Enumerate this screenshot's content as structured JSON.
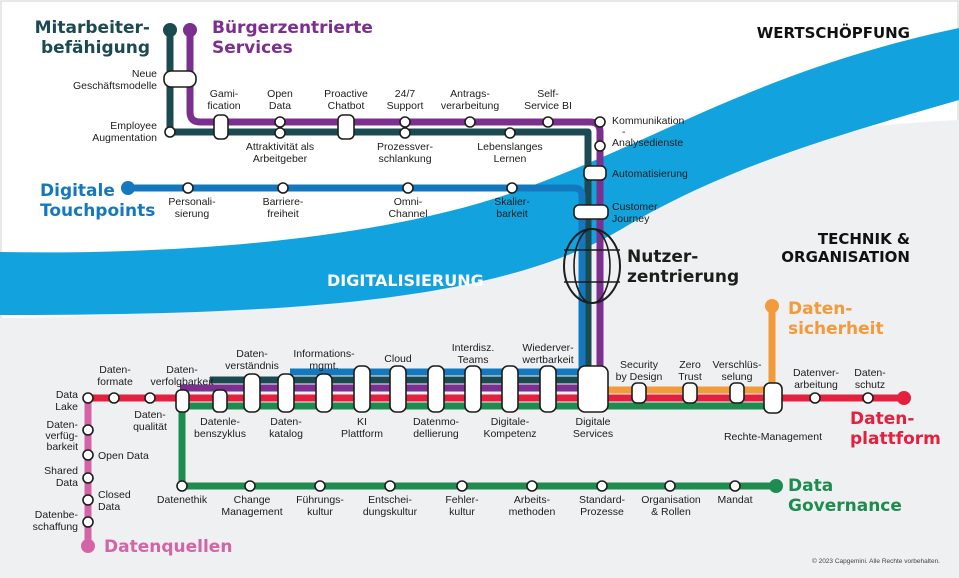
{
  "colors": {
    "mitarbeiter": "#1b4a51",
    "buerger": "#7b2f8e",
    "touchpoints": "#1478be",
    "datenquellen": "#d464a6",
    "datenplattform": "#e3203d",
    "sicherheit": "#f39a3b",
    "governance": "#1e8c4e",
    "river": "#12a3df",
    "lower_bg": "#eef0f2"
  },
  "regions": {
    "wertschoepfung": "WERTSCHÖPFUNG",
    "technik_line1": "TECHNIK &",
    "technik_line2": "ORGANISATION",
    "digitalisierung": "DIGITALISIERUNG"
  },
  "lines": {
    "mitarbeiter": [
      "Mitarbeiter-",
      "befähigung"
    ],
    "buerger": [
      "Bürgerzentrierte",
      "Services"
    ],
    "touchpoints": [
      "Digitale",
      "Touchpoints"
    ],
    "nutzer": [
      "Nutzer-",
      "zentrierung"
    ],
    "sicherheit": [
      "Daten-",
      "sicherheit"
    ],
    "plattform": [
      "Daten-",
      "plattform"
    ],
    "governance": [
      "Data",
      "Governance"
    ],
    "datenquellen": "Datenquellen"
  },
  "stations": {
    "neue_geschaeftsmodelle": [
      "Neue",
      "Geschäftsmodelle"
    ],
    "employee_augmentation": [
      "Employee",
      "Augmentation"
    ],
    "gamification": [
      "Gami-",
      "fication"
    ],
    "open_data_top": [
      "Open",
      "Data"
    ],
    "proactive_chatbot": [
      "Proactive",
      "Chatbot"
    ],
    "support": [
      "24/7",
      "Support"
    ],
    "antrags": [
      "Antrags-",
      "verarbeitung"
    ],
    "self_service": [
      "Self-",
      "Service BI"
    ],
    "attraktivitaet": [
      "Attraktivität als",
      "Arbeitgeber"
    ],
    "prozessver": [
      "Prozessver-",
      "schlankung"
    ],
    "lebenslanges": [
      "Lebenslanges",
      "Lernen"
    ],
    "kommunikation": [
      "Kommunikation",
      "-",
      "Analysedienste"
    ],
    "automatisierung": "Automatisierung",
    "customer_journey": [
      "Customer",
      "Journey"
    ],
    "personalisierung": [
      "Personali-",
      "sierung"
    ],
    "barrierefreiheit": [
      "Barriere-",
      "freiheit"
    ],
    "omni_channel": [
      "Omni-",
      "Channel"
    ],
    "skalierbarkeit": [
      "Skalier-",
      "barkeit"
    ],
    "datenformate": [
      "Daten-",
      "formate"
    ],
    "datenverfolgbarkeit": [
      "Daten-",
      "verfolgbarkeit"
    ],
    "datenverstaendnis": [
      "Daten-",
      "verständnis"
    ],
    "informationsmgmt": [
      "Informations-",
      "mgmt."
    ],
    "cloud": "Cloud",
    "interdisz_teams": [
      "Interdisz.",
      "Teams"
    ],
    "wiederverwertbarkeit": [
      "Wiederver-",
      "wertbarkeit"
    ],
    "data_lake": [
      "Data",
      "Lake"
    ],
    "datenqualitaet": [
      "Daten-",
      "qualität"
    ],
    "datenlebenszyklus": [
      "Datenle-",
      "benszyklus"
    ],
    "datenkatalog": [
      "Daten-",
      "katalog"
    ],
    "ki_plattform": [
      "KI",
      "Plattform"
    ],
    "datenmodellierung": [
      "Datenmo-",
      "dellierung"
    ],
    "digitale_kompetenz": [
      "Digitale-",
      "Kompetenz"
    ],
    "digitale_services": [
      "Digitale",
      "Services"
    ],
    "security_by_design": [
      "Security",
      "by Design"
    ],
    "zero_trust": [
      "Zero",
      "Trust"
    ],
    "verschluesselung": [
      "Verschlüs-",
      "selung"
    ],
    "datenverarbeitung": [
      "Datenver-",
      "arbeitung"
    ],
    "datenschutz": [
      "Daten-",
      "schutz"
    ],
    "rechte_management": "Rechte-Management",
    "datenverfuegbarkeit": [
      "Daten-",
      "verfüg-",
      "barkeit"
    ],
    "open_data_bottom": "Open Data",
    "shared_data": [
      "Shared",
      "Data"
    ],
    "closed_data": [
      "Closed",
      "Data"
    ],
    "datenbeschaffung": [
      "Datenbe-",
      "schaffung"
    ],
    "datenethik": "Datenethik",
    "change_management": [
      "Change",
      "Management"
    ],
    "fuehrungskultur": [
      "Führungs-",
      "kultur"
    ],
    "entscheidungskultur": [
      "Entschei-",
      "dungskultur"
    ],
    "fehlerkultur": [
      "Fehler-",
      "kultur"
    ],
    "arbeitsmethoden": [
      "Arbeits-",
      "methoden"
    ],
    "standard_prozesse": [
      "Standard-",
      "Prozesse"
    ],
    "organisation_rollen": [
      "Organisation",
      "& Rollen"
    ],
    "mandat": "Mandat"
  },
  "copyright": "© 2023 Capgemini. Alle Rechte vorbehalten."
}
